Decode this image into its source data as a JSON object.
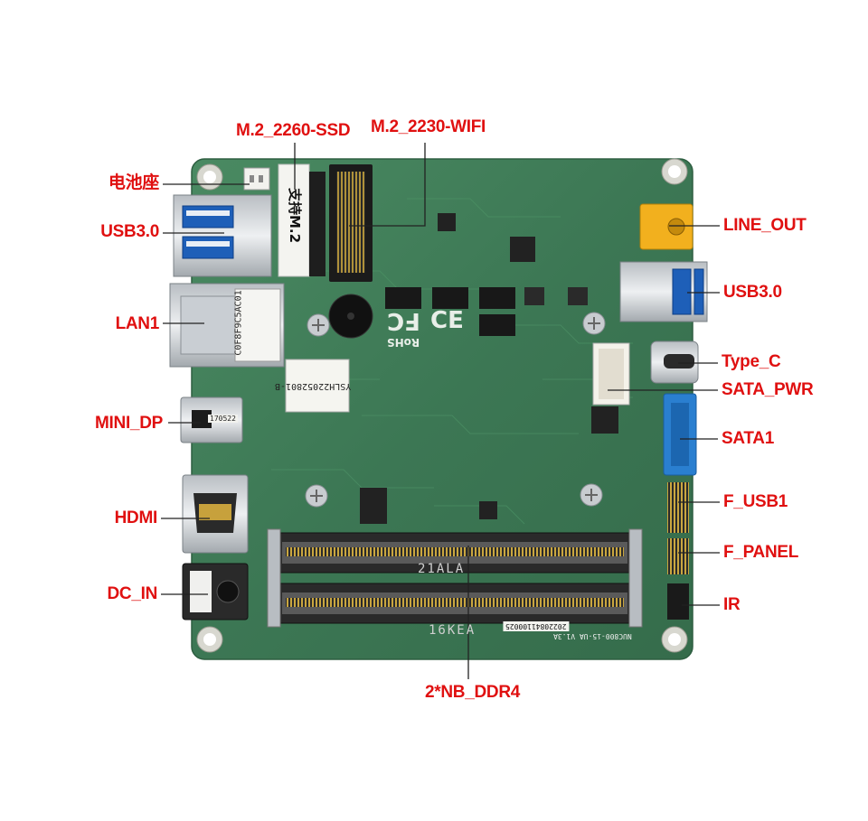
{
  "labels": {
    "m2_ssd": "M.2_2260-SSD",
    "m2_wifi": "M.2_2230-WIFI",
    "battery": "电池座",
    "usb_left": "USB3.0",
    "lan": "LAN1",
    "mini_dp": "MINI_DP",
    "hdmi": "HDMI",
    "dc_in": "DC_IN",
    "line_out": "LINE_OUT",
    "usb_right": "USB3.0",
    "type_c": "Type_C",
    "sata_pwr": "SATA_PWR",
    "sata1": "SATA1",
    "f_usb1": "F_USB1",
    "f_panel": "F_PANEL",
    "ir": "IR",
    "ddr": "2*NB_DDR4"
  },
  "board_text": {
    "m2_sticker": "支持M.2",
    "lan_code": "C0F8F9C5AC01",
    "board_code": "YSLH22052801-B",
    "rohs": "RoHS",
    "ce": "CE",
    "fc": "FC",
    "ddr_top_mark": "21ALA",
    "ddr_bottom_mark": "16KEA",
    "model": "NUC800-i5-UA V1.3A",
    "serial": "20220841100025",
    "minidp_code": "170522"
  },
  "colors": {
    "label": "#e01010",
    "board": "#3d7a56",
    "connector_blue": "#2a7fd0",
    "connector_yellow": "#f2b01e"
  }
}
